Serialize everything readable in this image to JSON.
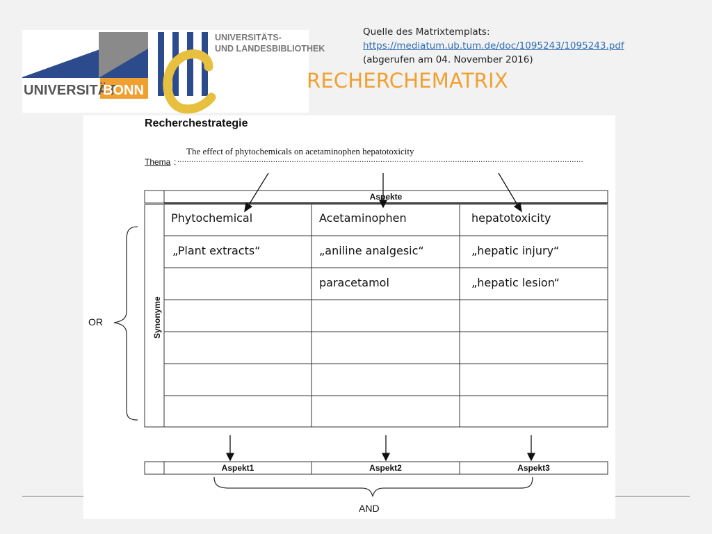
{
  "source_note": {
    "line1": "Quelle des Matrixtemplats:",
    "link": "https://mediatum.ub.tum.de/doc/1095243/1095243.pdf",
    "line3": "(abgerufen am 04. November 2016)"
  },
  "logos": {
    "uni_left": "UNIVERSITÄT",
    "uni_right": "BONN",
    "ulb_line1": "UNIVERSITÄTS-",
    "ulb_line2": "UND LANDESBIBLIOTHEK"
  },
  "title": "RECHERCHEMATRIX",
  "matrix": {
    "heading": "Recherchestrategie",
    "topic": "The effect of phytochemicals on acetaminophen hepatotoxicity",
    "thema_label": "Thema",
    "thema_colon": ":",
    "dots": "..............................................................................................................................................................................",
    "aspects_header": "Aspekte",
    "synonyme_label": "Synonyme",
    "rows": [
      [
        "Phytochemical",
        "Acetaminophen",
        "hepatotoxicity"
      ],
      [
        "„Plant extracts“",
        "„aniline analgesic“",
        "„hepatic injury“"
      ],
      [
        "",
        "paracetamol",
        "„hepatic lesion“"
      ],
      [
        "",
        "",
        ""
      ],
      [
        "",
        "",
        ""
      ],
      [
        "",
        "",
        ""
      ],
      [
        "",
        "",
        ""
      ]
    ],
    "result_labels": [
      "Aspekt1",
      "Aspekt2",
      "Aspekt3"
    ],
    "or_label": "OR",
    "and_label": "AND"
  },
  "colors": {
    "title_orange": "#f0a030",
    "bonn_blue": "#2b4b8c",
    "bonn_orange": "#f0a030",
    "ulb_blue": "#2b4b8c",
    "ulb_yellow": "#e8c040",
    "link_blue": "#2f6db5"
  }
}
